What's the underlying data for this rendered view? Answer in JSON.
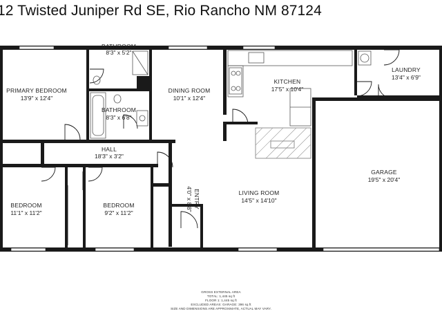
{
  "header": {
    "address": "12 Twisted Juniper Rd SE, Rio Rancho NM 87124"
  },
  "rooms": {
    "primary_bedroom": {
      "name": "PRIMARY BEDROOM",
      "dims": "13'9\" x 12'4\""
    },
    "bathroom_1": {
      "name": "BATHROOM",
      "dims": "8'3\" x 5'2\""
    },
    "bathroom_2": {
      "name": "BATHROOM",
      "dims": "8'3\" x 6'8\""
    },
    "dining_room": {
      "name": "DINING ROOM",
      "dims": "10'1\" x 12'4\""
    },
    "kitchen": {
      "name": "KITCHEN",
      "dims": "17'5\" x 10'4\""
    },
    "laundry": {
      "name": "LAUNDRY",
      "dims": "13'4\" x 6'9\""
    },
    "hall": {
      "name": "HALL",
      "dims": "18'3\" x 3'2\""
    },
    "bedroom_1": {
      "name": "BEDROOM",
      "dims": "11'1\" x 11'2\""
    },
    "bedroom_2": {
      "name": "BEDROOM",
      "dims": "9'2\" x 11'2\""
    },
    "entry": {
      "name": "ENTRY",
      "dims": "4'0\" x 8'8\""
    },
    "living_room": {
      "name": "LIVING ROOM",
      "dims": "14'5\" x 14'10\""
    },
    "garage": {
      "name": "GARAGE",
      "dims": "19'5\" x 20'4\""
    }
  },
  "footer": {
    "line1": "GROSS EXTERNAL AREA",
    "line2": "TOTAL: 1,445 sq ft",
    "line3": "FLOOR 1: 1,445 sq ft",
    "line4": "EXCLUDED AREAS: GARAGE: 396 sq ft",
    "line5": "SIZE AND DIMENSIONS ARE APPROXIMATE, ACTUAL MAY VARY."
  },
  "colors": {
    "wall": "#1a1a1a",
    "fixture": "#555555",
    "fireplace": "#777777"
  }
}
